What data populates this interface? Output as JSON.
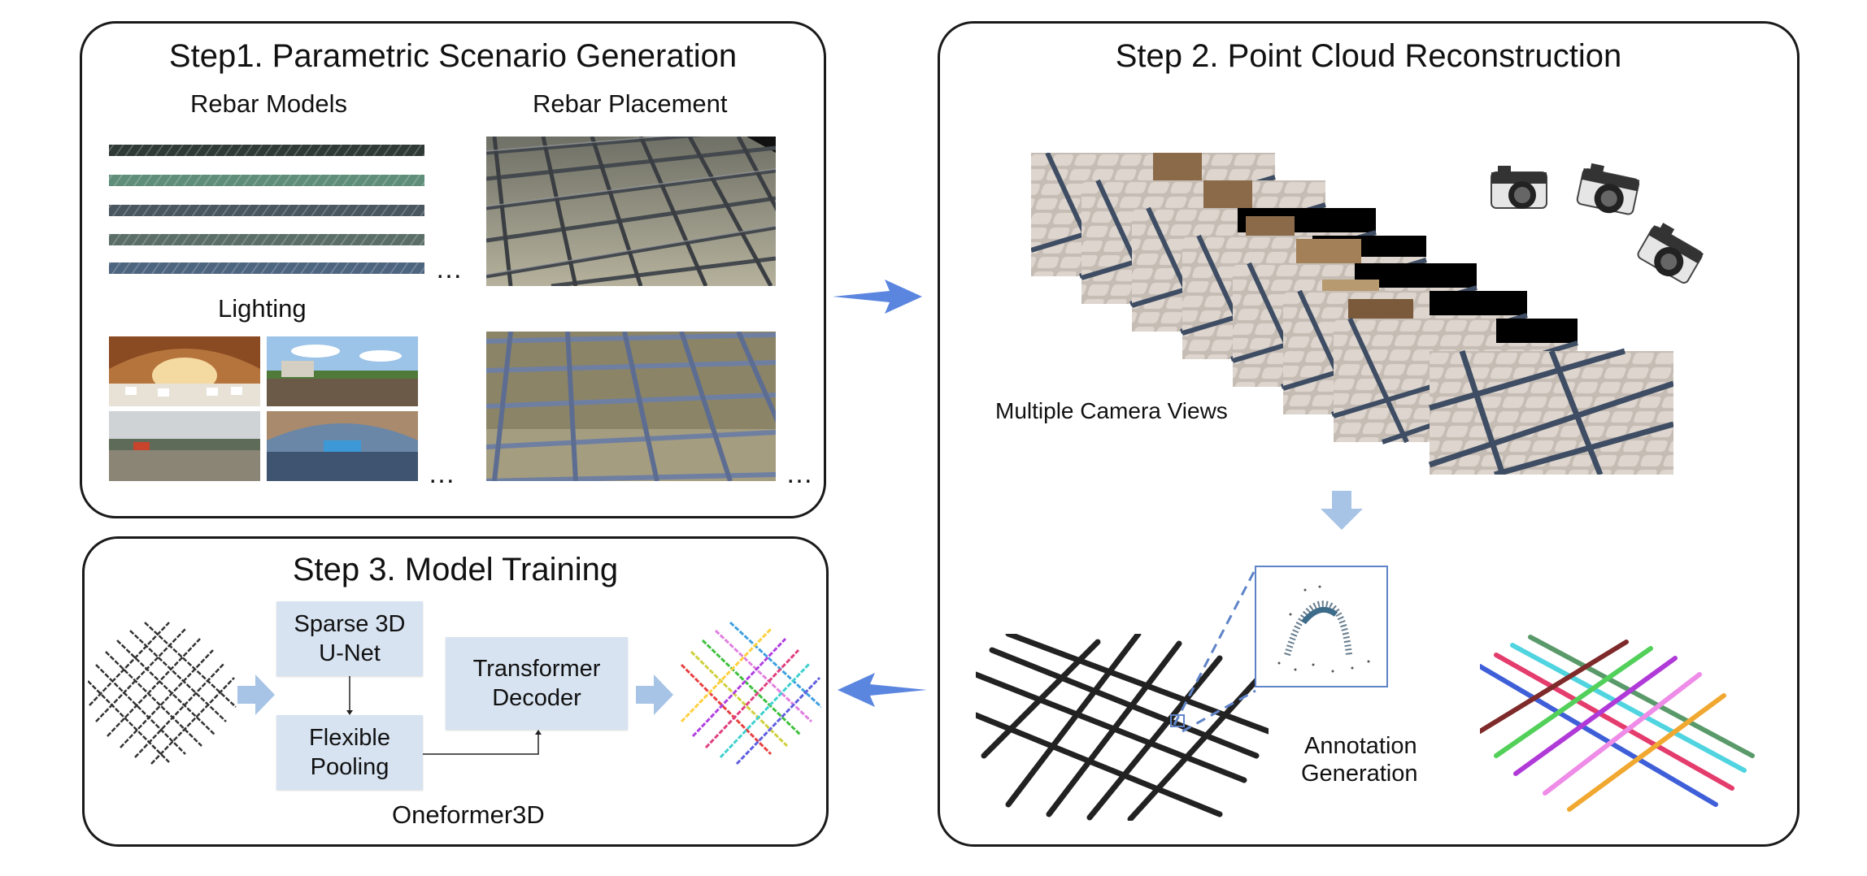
{
  "step1": {
    "title": "Step1. Parametric Scenario Generation",
    "rebar_models_label": "Rebar Models",
    "rebar_placement_label": "Rebar Placement",
    "lighting_label": "Lighting",
    "ellipsis": "…"
  },
  "step2": {
    "title": "Step 2. Point Cloud Reconstruction",
    "camera_views_label": "Multiple Camera Views",
    "annotation_line1": "Annotation",
    "annotation_line2": "Generation"
  },
  "step3": {
    "title": "Step 3. Model Training",
    "sparse_unet_line1": "Sparse 3D",
    "sparse_unet_line2": "U-Net",
    "flexible_pooling_line1": "Flexible",
    "flexible_pooling_line2": "Pooling",
    "transformer_line1": "Transformer",
    "transformer_line2": "Decoder",
    "model_name": "Oneformer3D"
  },
  "colors": {
    "arrow_blue": "#5b86e0",
    "arrow_light": "#a7c4e6",
    "block_fill": "#d7e3f1",
    "zoom_box": "#5f83c8"
  }
}
